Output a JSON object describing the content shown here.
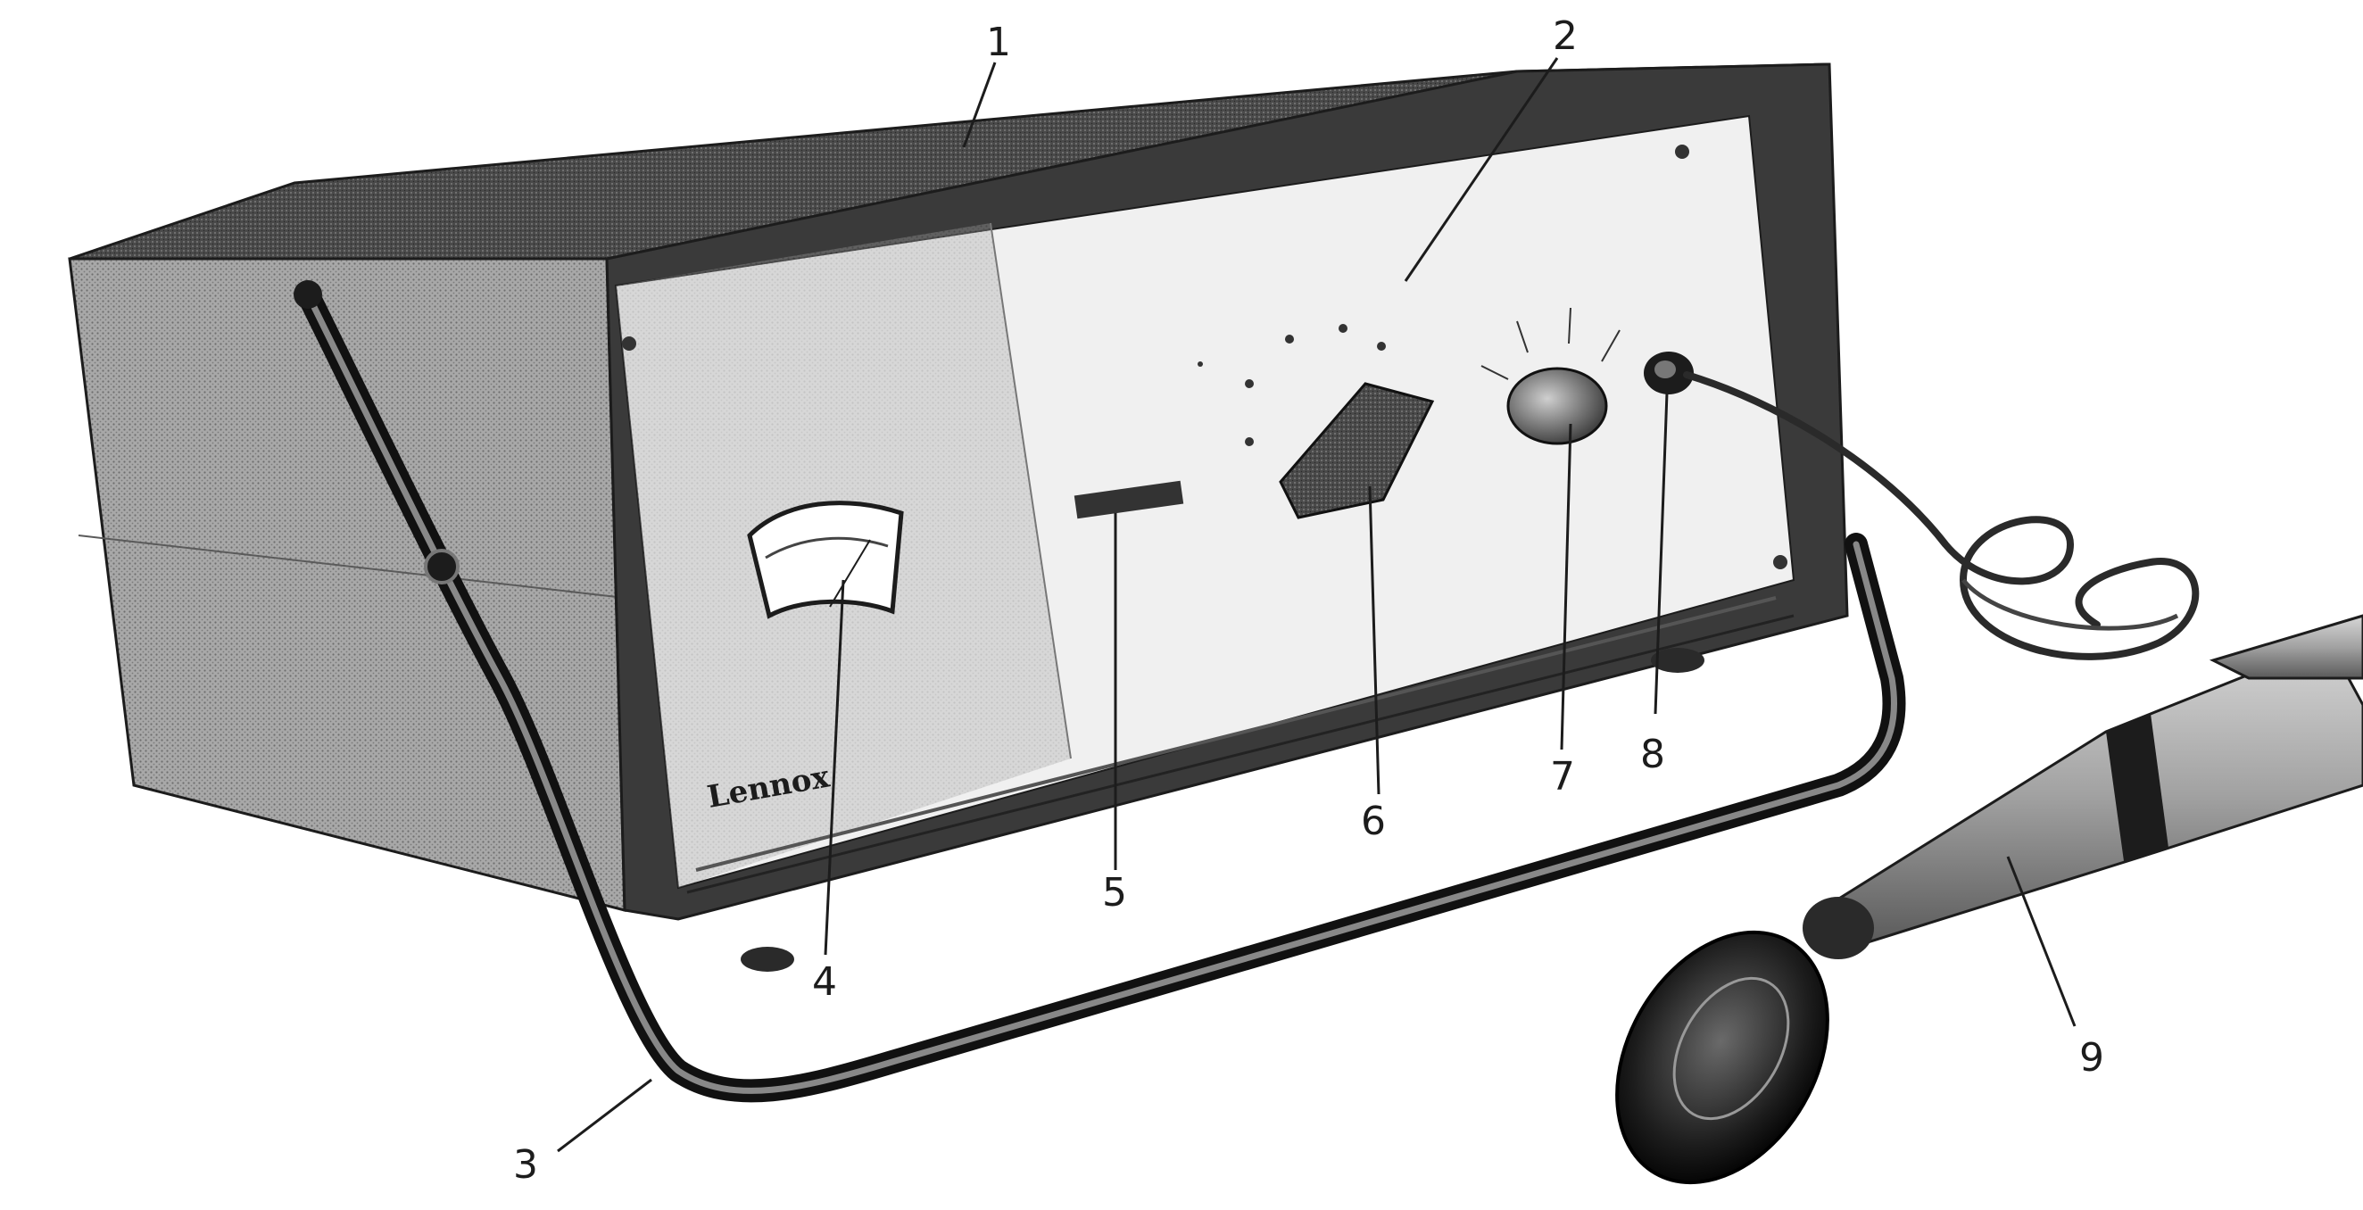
{
  "figure": {
    "device_brand_mark": "Lennox",
    "callouts": [
      {
        "id": "1",
        "label": "1"
      },
      {
        "id": "2",
        "label": "2"
      },
      {
        "id": "3",
        "label": "3"
      },
      {
        "id": "4",
        "label": "4"
      },
      {
        "id": "5",
        "label": "5"
      },
      {
        "id": "6",
        "label": "6"
      },
      {
        "id": "7",
        "label": "7"
      },
      {
        "id": "8",
        "label": "8"
      },
      {
        "id": "9",
        "label": "9"
      }
    ]
  },
  "colors": {
    "ink": "#1c1c1c",
    "cabinet_side": "#9a9a9a",
    "frame": "#3a3a3a",
    "panel": "#f0f0f0"
  }
}
